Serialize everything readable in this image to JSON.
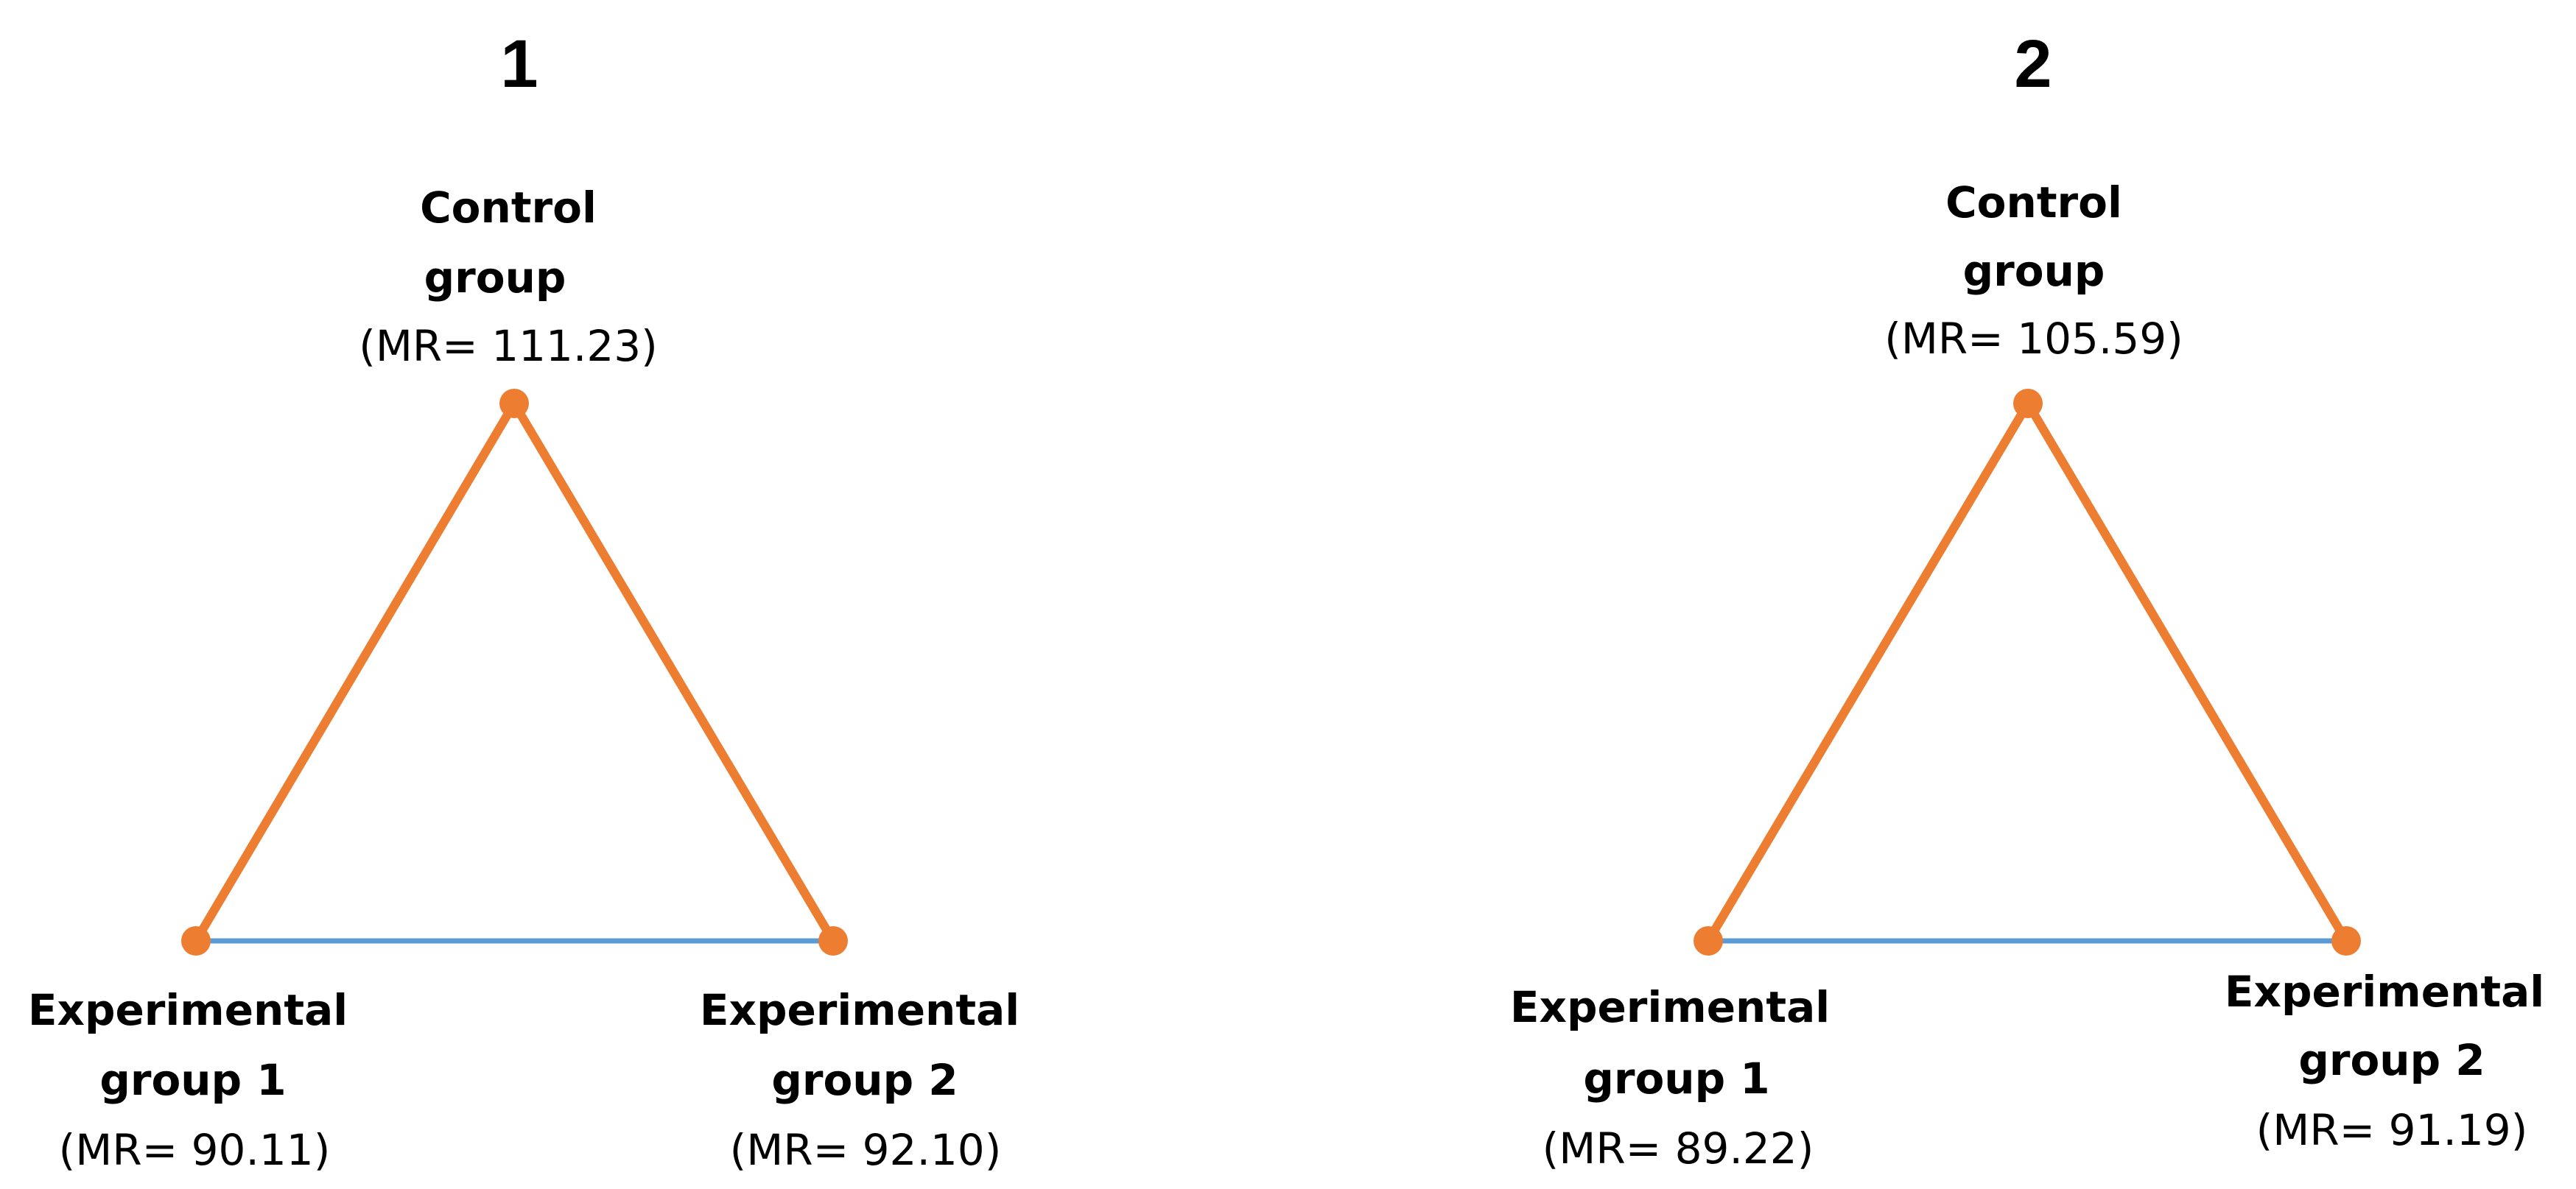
{
  "colors": {
    "significant_edge": "#ED7D31",
    "nonsignificant_edge": "#5B9BD5",
    "node": "#ED7D31"
  },
  "panels": [
    {
      "title": "1",
      "nodes": {
        "control": {
          "name_line1": "Control",
          "name_line2": "group",
          "mr": "(MR= 111.23)"
        },
        "exp1": {
          "name_line1": "Experimental",
          "name_line2": "group 1",
          "mr": "(MR= 90.11)"
        },
        "exp2": {
          "name_line1": "Experimental",
          "name_line2": "group 2",
          "mr": "(MR= 92.10)"
        }
      }
    },
    {
      "title": "2",
      "nodes": {
        "control": {
          "name_line1": "Control",
          "name_line2": "group",
          "mr": "(MR= 105.59)"
        },
        "exp1": {
          "name_line1": "Experimental",
          "name_line2": "group 1",
          "mr": "(MR= 89.22)"
        },
        "exp2": {
          "name_line1": "Experimental",
          "name_line2": "group 2",
          "mr": "(MR= 91.19)"
        }
      }
    }
  ]
}
